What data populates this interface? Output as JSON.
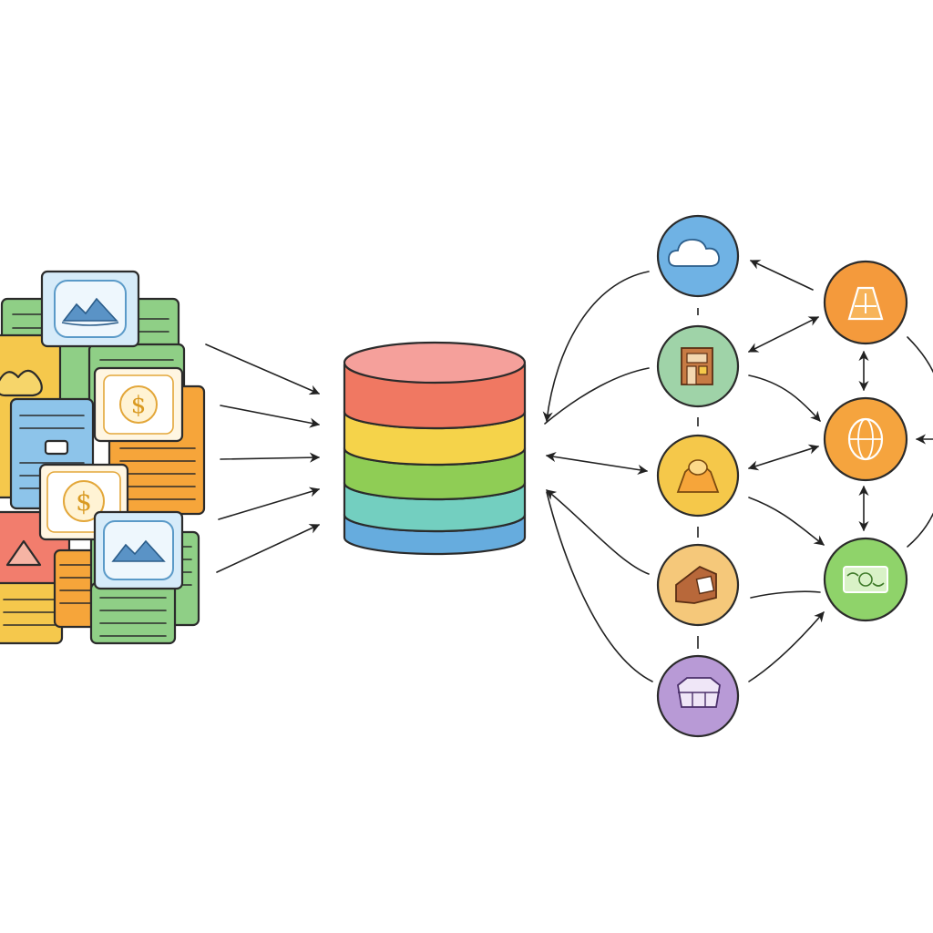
{
  "diagram": {
    "colors": {
      "green": "#8fcf86",
      "yellow": "#f5c84c",
      "orange": "#f6a53a",
      "blue": "#8dc4ea",
      "red": "#f27d6d",
      "light_blue_card": "#d6ebf9",
      "cream_card": "#fff6e2"
    },
    "sources": [
      {
        "kind": "text-document",
        "color": "#8fcf86"
      },
      {
        "kind": "text-document",
        "color": "#f5c84c"
      },
      {
        "kind": "text-document",
        "color": "#f6a53a"
      },
      {
        "kind": "text-document",
        "color": "#8dc4ea"
      },
      {
        "kind": "text-document",
        "color": "#f27d6d"
      },
      {
        "kind": "image-card",
        "icon": "mountain-icon"
      },
      {
        "kind": "image-card",
        "icon": "dollar-icon"
      },
      {
        "kind": "image-card",
        "icon": "dollar-icon"
      },
      {
        "kind": "image-card",
        "icon": "mountain-icon"
      }
    ],
    "database": {
      "icon": "database-icon",
      "layers": [
        "#f48f88",
        "#f5d34a",
        "#8fcd55",
        "#73cfc0",
        "#66acde"
      ]
    },
    "left_nodes": [
      {
        "id": "cloud",
        "icon": "cloud-icon",
        "color": "#6fb2e4"
      },
      {
        "id": "store",
        "icon": "storefront-icon",
        "color": "#9fd3a8"
      },
      {
        "id": "gold",
        "icon": "gold-nugget-icon",
        "color": "#f5c84a"
      },
      {
        "id": "tag",
        "icon": "price-tag-icon",
        "color": "#f5c87a"
      },
      {
        "id": "package",
        "icon": "package-icon",
        "color": "#b89ad6"
      }
    ],
    "right_nodes": [
      {
        "id": "road",
        "icon": "road-icon",
        "color": "#f49a3c"
      },
      {
        "id": "globe",
        "icon": "globe-icon",
        "color": "#f5a43e"
      },
      {
        "id": "money",
        "icon": "cash-icon",
        "color": "#8fd36a"
      }
    ]
  }
}
